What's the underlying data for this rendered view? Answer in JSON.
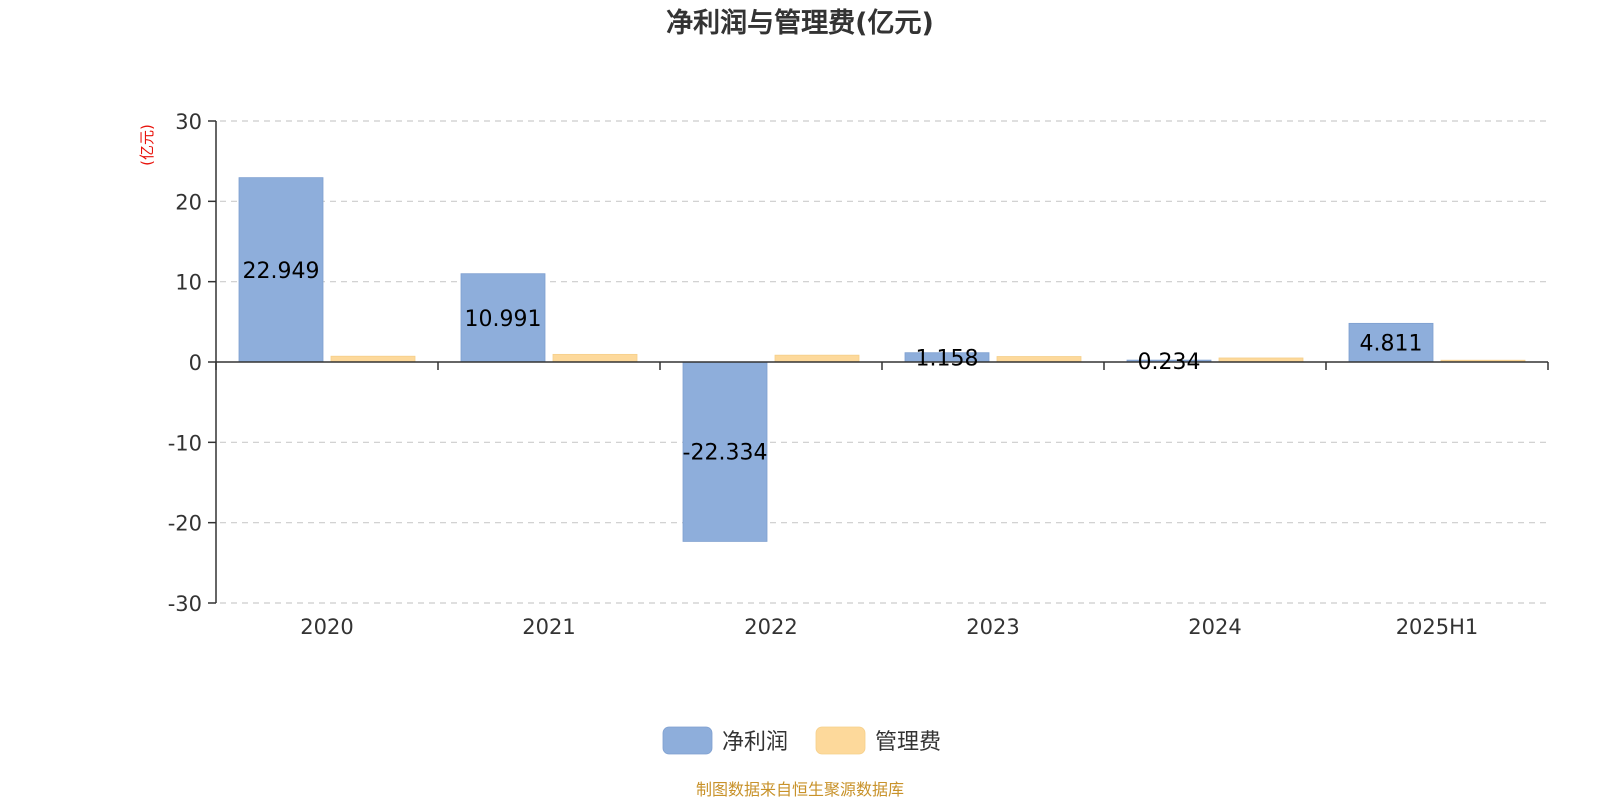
{
  "colors": {
    "net_profit": "#8eaedb",
    "admin_expense": "#fdd99b",
    "unit_label": "#e8130c",
    "source_label": "#c8922a",
    "grid": "#cccccc",
    "axis": "#333333"
  },
  "chart_data": {
    "type": "bar",
    "title": "净利润与管理费(亿元)",
    "unit_label": "(亿元)",
    "categories": [
      "2020",
      "2021",
      "2022",
      "2023",
      "2024",
      "2025H1"
    ],
    "series": [
      {
        "name": "净利润",
        "values": [
          22.949,
          10.991,
          -22.334,
          1.158,
          0.234,
          4.811
        ],
        "data_labels": [
          "22.949",
          "10.991",
          "-22.334",
          "1.158",
          "0.234",
          "4.811"
        ]
      },
      {
        "name": "管理费",
        "values": [
          0.72,
          0.95,
          0.85,
          0.68,
          0.5,
          0.22
        ]
      }
    ],
    "ylim": [
      -30,
      30
    ],
    "yticks": [
      "30",
      "20",
      "10",
      "0",
      "-10",
      "-20",
      "-30"
    ],
    "grid": true,
    "legend_position": "bottom-center",
    "source": "制图数据来自恒生聚源数据库"
  }
}
